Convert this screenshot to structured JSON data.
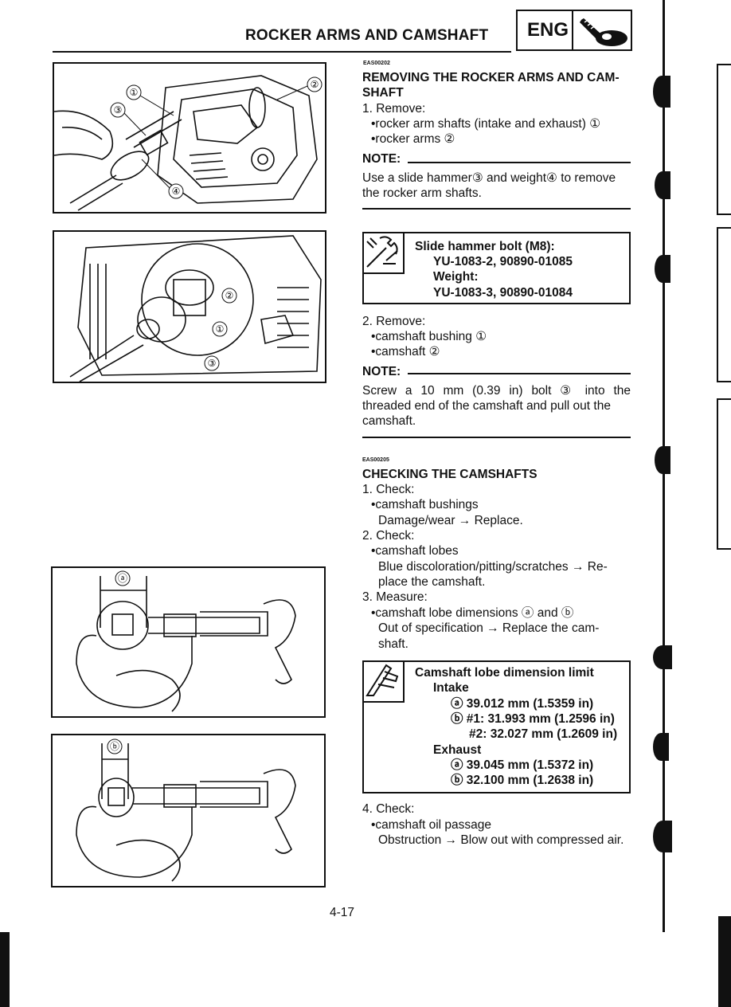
{
  "header": {
    "title": "ROCKER ARMS AND CAMSHAFT",
    "section_badge": "ENG",
    "section_icon": "engine-bolt-icon"
  },
  "figures": {
    "fig1_callouts": [
      "①",
      "②",
      "③",
      "④"
    ],
    "fig2_callouts": [
      "①",
      "②",
      "③"
    ],
    "fig3_callout": "ⓐ",
    "fig4_callout": "ⓑ"
  },
  "removing": {
    "code": "EAS00202",
    "title_line1": "REMOVING THE ROCKER ARMS AND CAM-",
    "title_line2": "SHAFT",
    "step1": "1. Remove:",
    "bullet1": "•rocker arm shafts (intake and exhaust) ①",
    "bullet2": "•rocker arms ②",
    "note_label": "NOTE:",
    "note_line1": "Use a slide hammer③ and weight④ to remove",
    "note_line2": "the rocker arm shafts."
  },
  "tool_spec": {
    "icon": "wrench-tool-icon",
    "line1": "Slide hammer bolt (M8):",
    "line2": "YU-1083-2, 90890-01085",
    "line3": "Weight:",
    "line4": "YU-1083-3, 90890-01084"
  },
  "remove2": {
    "step2": "2. Remove:",
    "bullet1": "•camshaft bushing ①",
    "bullet2": "•camshaft ②",
    "note_label": "NOTE:",
    "note_line1": "Screw a 10 mm (0.39 in) bolt ③ into the",
    "note_line2": "threaded end of the camshaft and pull out the",
    "note_line3": "camshaft."
  },
  "checking": {
    "code": "EAS00205",
    "title": "CHECKING THE CAMSHAFTS",
    "s1": "1. Check:",
    "s1_bullet": "•camshaft bushings",
    "s1_detail": "Damage/wear → Replace.",
    "s2": "2. Check:",
    "s2_bullet": "•camshaft lobes",
    "s2_detail1": "Blue discoloration/pitting/scratches → Re-",
    "s2_detail2": "place the camshaft.",
    "s3": "3. Measure:",
    "s3_bullet": "•camshaft lobe dimensions ⓐ and ⓑ",
    "s3_detail1": "Out of specification → Replace the cam-",
    "s3_detail2": "shaft."
  },
  "limit_spec": {
    "icon": "caliper-icon",
    "title": "Camshaft lobe dimension limit",
    "intake_label": "Intake",
    "intake_a": "ⓐ 39.012 mm (1.5359 in)",
    "intake_b1": "ⓑ #1: 31.993 mm (1.2596 in)",
    "intake_b2": "#2: 32.027 mm (1.2609 in)",
    "exhaust_label": "Exhaust",
    "exhaust_a": "ⓐ 39.045 mm (1.5372 in)",
    "exhaust_b": "ⓑ 32.100 mm (1.2638 in)"
  },
  "check4": {
    "s4": "4. Check:",
    "bullet": "•camshaft oil passage",
    "detail": "Obstruction → Blow out with compressed air."
  },
  "footer": {
    "page": "4-17"
  }
}
